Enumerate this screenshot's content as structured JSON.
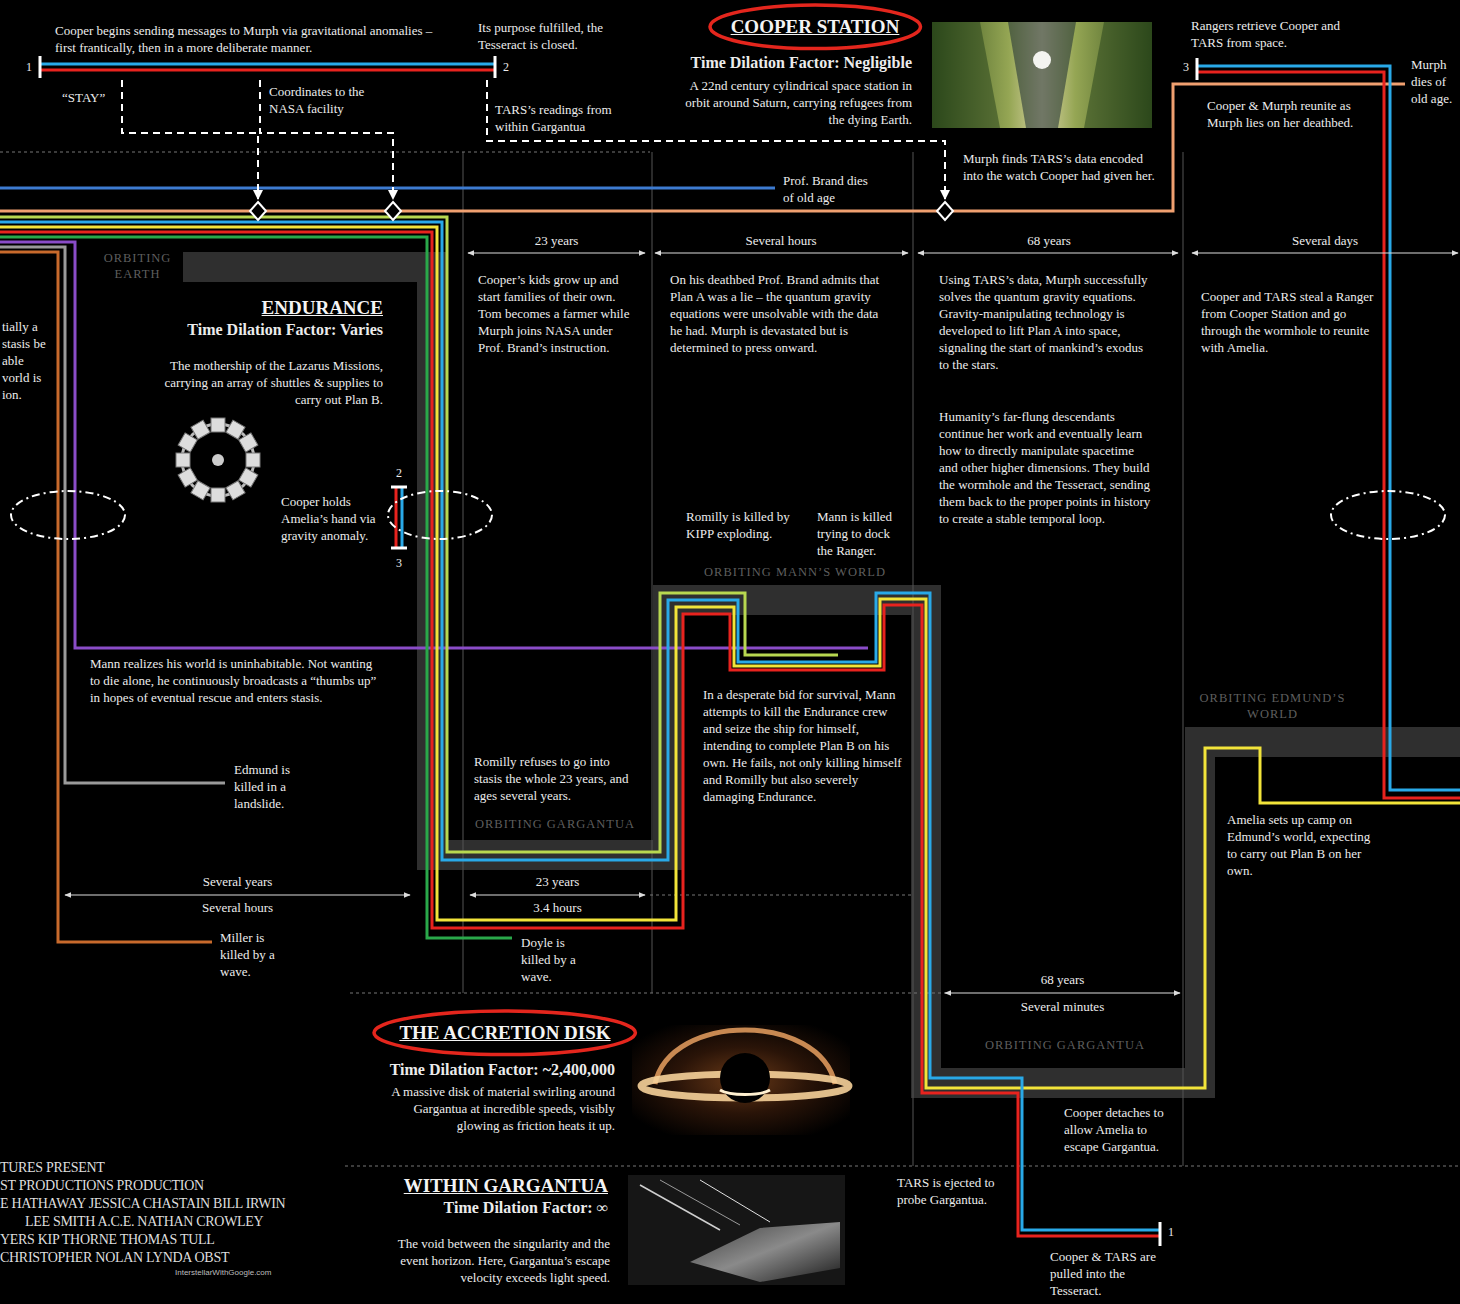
{
  "diagram": {
    "nodes": [
      {
        "text": [
          "COOPER STATION"
        ]
      },
      {
        "text": [
          "THE ACCRETION DISK"
        ]
      }
    ],
    "labels": [
      "Cooper begins sending messages to Murph via gravitational anomalies – first frantically, then in a more deliberate manner.",
      "1",
      "2",
      "“STAY”",
      "Coordinates to the NASA facility",
      "Its purpose fulfilled, the Tesseract is closed.",
      "TARS’s readings from within Gargantua",
      "Time Dilation Factor: Negligible",
      "A 22nd century cylindrical space station in orbit around Saturn, carrying refugees from the dying Earth.",
      "Rangers retrieve Cooper and TARS from space.",
      "3",
      "Murph dies of old age.",
      "Cooper & Murph reunite as Murph lies on her deathbed.",
      "Murph finds TARS’s data encoded into the watch Cooper had given her.",
      "Prof. Brand dies of old age",
      "23 years",
      "Several hours",
      "68 years",
      "Several days",
      "ORBITING EARTH",
      "tially a stasis be able vorld is ion.",
      "ENDURANCE",
      "Time Dilation Factor: Varies",
      "The mothership of the Lazarus Missions, carrying an array of shuttles & supplies to carry out Plan B.",
      "Cooper holds Amelia’s hand via gravity anomaly.",
      "2",
      "3",
      "Cooper’s kids grow up and start families of their own. Tom becomes a farmer while Murph joins NASA under Prof. Brand’s instruction.",
      "On his deathbed Prof. Brand admits that Plan A was a lie – the quantum gravity equations were unsolvable with the data he had. Murph is devastated but is determined to press onward.",
      "Using TARS’s data, Murph successfully solves the quantum gravity equations. Gravity-manipulating technology is developed to lift Plan A into space, signaling the start of mankind’s exodus to the stars.",
      "Humanity’s far-flung descendants continue her work and eventually learn how to directly manipulate spacetime and other higher dimensions. They build the wormhole and the Tesseract, sending them back to the proper points in history to create a stable temporal loop.",
      "Cooper and TARS steal a Ranger from Cooper Station and go through the wormhole to reunite with Amelia.",
      "Romilly is killed by KIPP exploding.",
      "Mann is killed trying to dock the Ranger.",
      "ORBITING MANN’S WORLD",
      "Mann realizes his world is uninhabitable. Not wanting to die alone, he continuously broadcasts a “thumbs up” in hopes of eventual rescue and enters stasis.",
      "In a desperate bid for survival, Mann attempts to kill the Endurance crew and seize the ship for himself, intending to complete Plan B on his own. He fails, not only killing himself and Romilly but also severely damaging Endurance.",
      "ORBITING EDMUND’S WORLD",
      "Edmund is killed in a landslide.",
      "Romilly refuses to go into stasis the whole 23 years, and ages several years.",
      "ORBITING GARGANTUA",
      "Amelia sets up camp on Edmund’s world, expecting to carry out Plan B on her own.",
      "Several years",
      "Several hours",
      "23 years",
      "3.4 hours",
      "Miller is killed by a wave.",
      "Doyle is killed by a wave.",
      "68 years",
      "Several minutes",
      "Time Dilation Factor: ~2,400,000",
      "A massive disk of material swirling around Gargantua at incredible speeds, visibly glowing as friction heats it up.",
      "ORBITING GARGANTUA",
      "Cooper detaches to allow Amelia to escape Gargantua.",
      "WITHIN GARGANTUA",
      "Time Dilation Factor: ∞",
      "The void between the singularity and the event horizon. Here, Gargantua’s escape velocity exceeds light speed.",
      "TARS is ejected to probe Gargantua.",
      "1",
      "Cooper & TARS are pulled into the Tesseract.",
      "TURES PRESENT",
      "ST PRODUCTIONS PRODUCTION",
      "E HATHAWAY JESSICA CHASTAIN BILL IRWIN",
      "LEE SMITH A.C.E. NATHAN CROWLEY",
      "YERS KIP THORNE THOMAS TULL",
      "CHRISTOPHER NOLAN LYNDA OBST",
      "InterstellarWithGoogle.com"
    ]
  }
}
